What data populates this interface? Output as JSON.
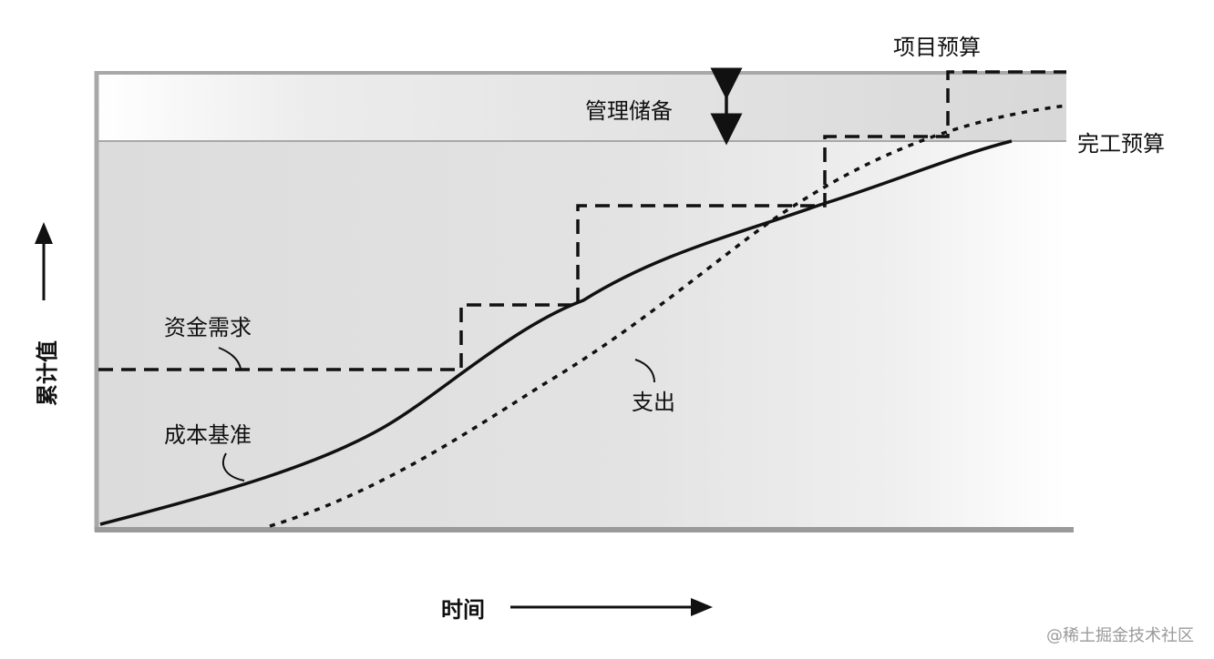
{
  "labels": {
    "project_budget": "项目预算",
    "management_reserve": "管理储备",
    "bac": "完工预算",
    "funding_requirements": "资金需求",
    "expenditures": "支出",
    "cost_baseline": "成本基准",
    "y_axis": "累计值",
    "x_axis": "时间"
  },
  "watermark": "@稀土掘金技术社区",
  "colors": {
    "line": "#111111",
    "band_gray": "#d9d9d9",
    "frame_gray": "#a8a8a8",
    "axis_gray": "#9a9a9a"
  }
}
